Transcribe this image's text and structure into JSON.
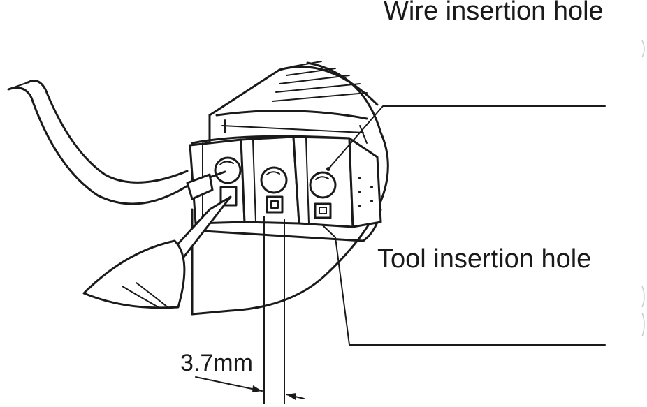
{
  "labels": {
    "wire_hole": "Wire insertion hole",
    "tool_hole": "Tool insertion hole",
    "dimension": "3.7mm"
  },
  "colors": {
    "ink": "#1a1a1a",
    "background": "#ffffff"
  },
  "icons": {
    "wire": "wire-icon",
    "screwdriver": "screwdriver-icon",
    "terminal_block": "terminal-block-icon"
  }
}
